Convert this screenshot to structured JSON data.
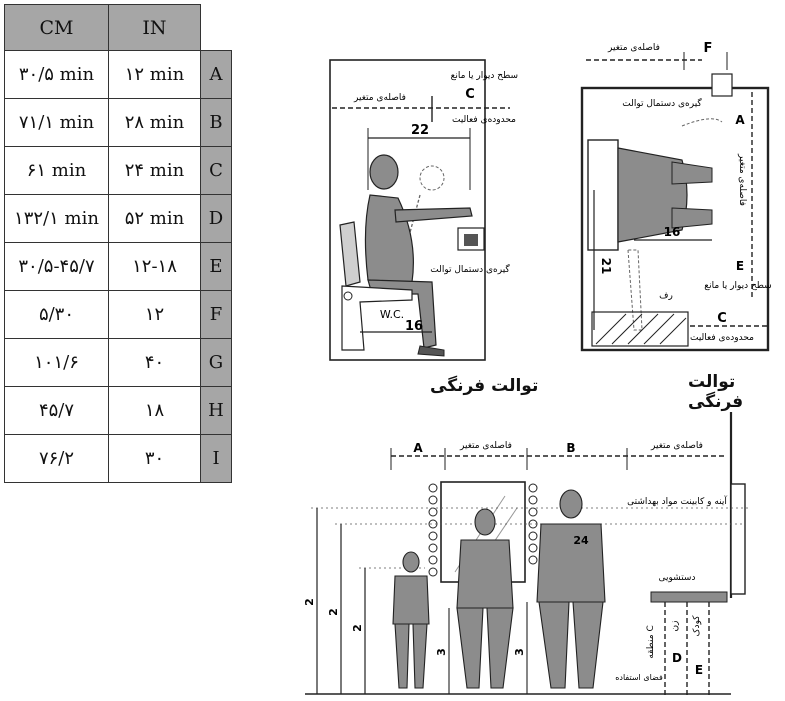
{
  "table": {
    "headers": {
      "cm": "CM",
      "in": "IN"
    },
    "rows": [
      {
        "cm": "۳۰/۵ min",
        "in": "۱۲ min",
        "code": "A"
      },
      {
        "cm": "۷۱/۱ min",
        "in": "۲۸ min",
        "code": "B"
      },
      {
        "cm": "۶۱ min",
        "in": "۲۴ min",
        "code": "C"
      },
      {
        "cm": "۱۳۲/۱ min",
        "in": "۵۲ min",
        "code": "D"
      },
      {
        "cm": "۳۰/۵-۴۵/۷",
        "in": "۱۲-۱۸",
        "code": "E"
      },
      {
        "cm": "۵/۳۰",
        "in": "۱۲",
        "code": "F"
      },
      {
        "cm": "۱۰۱/۶",
        "in": "۴۰",
        "code": "G"
      },
      {
        "cm": "۴۵/۷",
        "in": "۱۸",
        "code": "H"
      },
      {
        "cm": "۷۶/۲",
        "in": "۳۰",
        "code": "I"
      }
    ]
  },
  "side_view": {
    "label_wall": "سطح دیوار یا مانع",
    "label_variable": "فاصله‌ی متغیر",
    "label_activity": "محدوده‌ی فعالیت",
    "label_c": "C",
    "dim_22": "22",
    "dim_16": "16",
    "label_wc": "W.C.",
    "label_holder": "گیره‌ی دستمال توالت",
    "caption": "توالت فرنگی"
  },
  "plan_view": {
    "label_variable": "فاصله‌ی متغیر",
    "label_f": "F",
    "label_holder": "گیره‌ی دستمال توالت",
    "label_a": "A",
    "label_variable_vertical": "فاصله‌ی متغیر",
    "dim_16": "16",
    "dim_21": "21",
    "label_e": "E",
    "label_wall": "سطح دیوار یا مانع",
    "label_shelf": "رف",
    "label_c": "C",
    "label_activity": "محدوده‌ی فعالیت",
    "caption": "توالت فرنگی"
  },
  "elevation": {
    "label_a": "A",
    "label_variable": "فاصله‌ی متغیر",
    "label_b": "B",
    "label_variable_right": "فاصله‌ی متغیر",
    "label_mirror": "آینه و کابینت مواد بهداشتی",
    "label_sink": "دستشویی",
    "dim_24": "24",
    "dim_2a": "2",
    "dim_2b": "2",
    "dim_2c": "2",
    "dim_3a": "3",
    "dim_3b": "3",
    "label_c_vert": "منطقه C",
    "label_d": "D",
    "label_e_vert": "E",
    "label_child": "کودک",
    "label_woman": "زن",
    "label_use": "فضای استفاده"
  }
}
